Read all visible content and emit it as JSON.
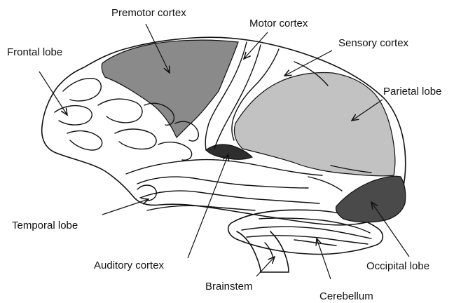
{
  "diagram": {
    "colors": {
      "premotor": "#8a8a8a",
      "parietal": "#c2c2c2",
      "occipital": "#4a4a4a",
      "auditory": "#2e2e2e",
      "outline": "#111111"
    },
    "labels": {
      "frontal_lobe": "Frontal lobe",
      "premotor_cortex": "Premotor cortex",
      "motor_cortex": "Motor cortex",
      "sensory_cortex": "Sensory cortex",
      "parietal_lobe": "Parietal lobe",
      "temporal_lobe": "Temporal lobe",
      "auditory_cortex": "Auditory cortex",
      "brainstem": "Brainstem",
      "cerebellum": "Cerebellum",
      "occipital_lobe": "Occipital lobe"
    }
  }
}
